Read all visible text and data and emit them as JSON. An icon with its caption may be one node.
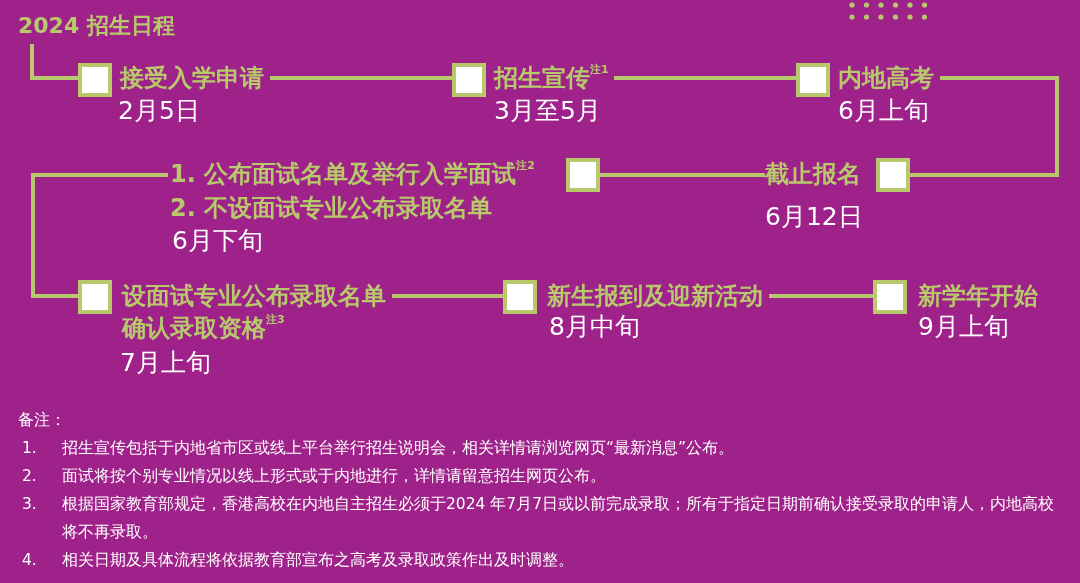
{
  "diagram": {
    "title": "2024 招生日程",
    "nodes": [
      {
        "text": [
          "接受入学申请"
        ],
        "beside": [
          "2月5日"
        ]
      },
      {
        "text": [
          "招生宣传$^{注1}$"
        ],
        "beside": [
          "3月至5月"
        ]
      },
      {
        "text": [
          "内地高考"
        ],
        "beside": [
          "6月上旬"
        ]
      },
      {
        "text": [
          "截止报名"
        ],
        "beside": [
          "6月12日"
        ]
      },
      {
        "text": [
          "1. 公布面试名单及举行入学面试$^{注2}$",
          "2. 不设面试专业公布录取名单"
        ]
      },
      {
        "text": [
          "设面试专业公布录取名单",
          "确认录取资格$^{注3}$"
        ],
        "beside": [
          "7月上旬"
        ]
      },
      {
        "text": [
          "新生报到及迎新活动"
        ],
        "beside": [
          "8月中旬"
        ]
      },
      {
        "text": [
          "新学年开始"
        ],
        "beside": [
          "9月上旬"
        ]
      }
    ],
    "edges": [
      {
        "from": null,
        "to": 0,
        "arrow": "none"
      },
      {
        "from": 0,
        "to": 1,
        "arrow": "none"
      },
      {
        "from": 1,
        "to": 2,
        "arrow": "none"
      },
      {
        "from": 2,
        "to": 3,
        "arrow": "none"
      },
      {
        "from": 3,
        "to": 4,
        "arrow": "none"
      },
      {
        "from": 4,
        "to": 5,
        "arrow": "none"
      },
      {
        "from": 5,
        "to": 6,
        "arrow": "none"
      },
      {
        "from": 6,
        "to": 7,
        "arrow": "none"
      }
    ],
    "labels": [
      "6月下旬",
      "备注：",
      "1.",
      "招生宣传包括于内地省市区或线上平台举行招生说明会，相关详情请浏览网页“最新消息”公布。",
      "2.",
      "面试将按个别专业情况以线上形式或于内地进行，详情请留意招生网页公布。",
      "3.",
      "根据国家教育部规定，香港高校在内地自主招生必须于2024 年7月7日或以前完成录取；所有于指定日期前确认接受录取的申请人，内地高校将不再录取。",
      "4.",
      "相关日期及具体流程将依据教育部宣布之高考及录取政策作出及时调整。"
    ]
  }
}
